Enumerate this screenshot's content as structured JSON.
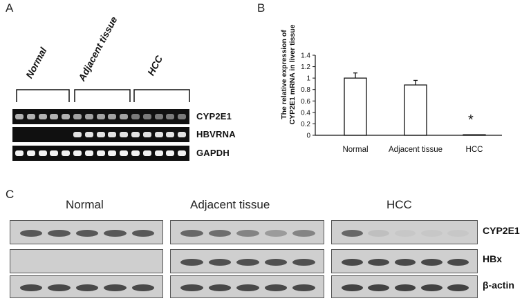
{
  "panels": {
    "a": {
      "letter": "A",
      "groups": [
        "Normal",
        "Adjacent tissue",
        "HCC"
      ],
      "gels": [
        {
          "label": "CYP2E1"
        },
        {
          "label": "HBVRNA"
        },
        {
          "label": "GAPDH"
        }
      ]
    },
    "b": {
      "letter": "B",
      "star": "*"
    },
    "c": {
      "letter": "C",
      "groups": [
        "Normal",
        "Adjacent tissue",
        "HCC"
      ],
      "rows": [
        {
          "label": "CYP2E1"
        },
        {
          "label": "HBx"
        },
        {
          "label": "β-actin"
        }
      ]
    }
  },
  "chart_data": {
    "type": "bar",
    "categories": [
      "Normal",
      "Adjacent tissue",
      "HCC"
    ],
    "values": [
      1.0,
      0.88,
      0.01
    ],
    "errors": [
      0.09,
      0.08,
      0.0
    ],
    "ylabel": "The relative expression of CYP2E1 mRNA in liver tissue",
    "yticks": [
      "0",
      "0.2",
      "0.4",
      "0.6",
      "0.8",
      "1",
      "1.2",
      "1.4"
    ],
    "ylim": [
      0,
      1.4
    ],
    "grid": false,
    "bar_color": "#ffffff"
  }
}
